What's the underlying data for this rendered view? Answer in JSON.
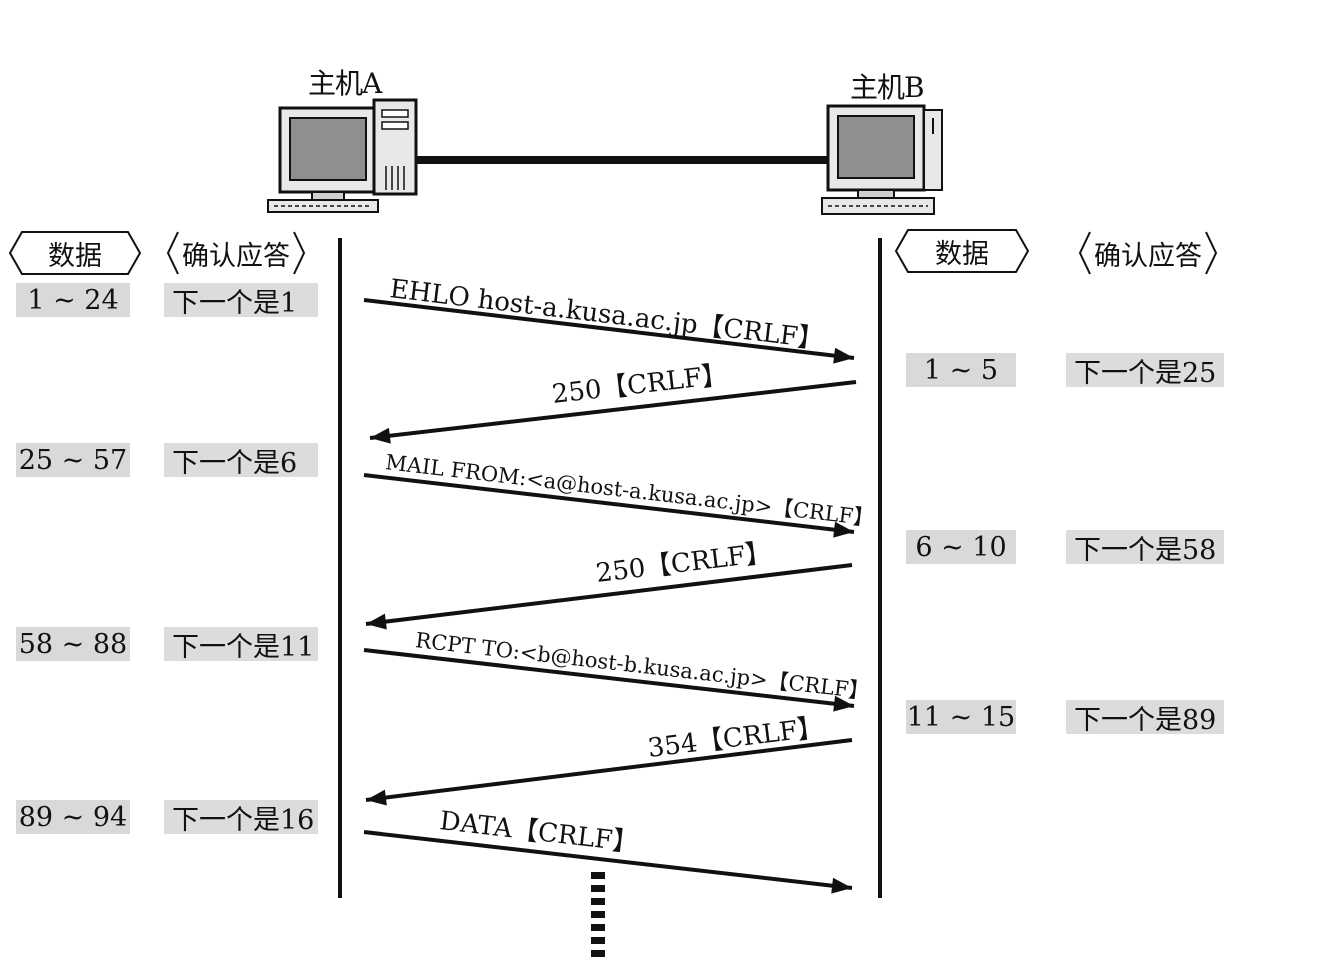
{
  "hosts": {
    "a": "主机A",
    "b": "主机B"
  },
  "headers": {
    "a_data": "数据",
    "a_ack": "确认应答",
    "b_data": "数据",
    "b_ack": "确认应答"
  },
  "host_a_rows": [
    {
      "data": "1 ~ 24",
      "ack": "下一个是1"
    },
    {
      "data": "25 ~ 57",
      "ack": "下一个是6"
    },
    {
      "data": "58 ~ 88",
      "ack": "下一个是11"
    },
    {
      "data": "89 ~ 94",
      "ack": "下一个是16"
    }
  ],
  "host_b_rows": [
    {
      "data": "1 ~ 5",
      "ack": "下一个是25"
    },
    {
      "data": "6 ~ 10",
      "ack": "下一个是58"
    },
    {
      "data": "11 ~ 15",
      "ack": "下一个是89"
    }
  ],
  "messages": [
    {
      "text": "EHLO host-a.kusa.ac.jp【CRLF】",
      "direction": "A→B"
    },
    {
      "text": "250【CRLF】",
      "direction": "B→A"
    },
    {
      "text": "MAIL FROM:<a@host-a.kusa.ac.jp>【CRLF】",
      "direction": "A→B"
    },
    {
      "text": "250【CRLF】",
      "direction": "B→A"
    },
    {
      "text": "RCPT TO:<b@host-b.kusa.ac.jp>【CRLF】",
      "direction": "A→B"
    },
    {
      "text": "354【CRLF】",
      "direction": "B→A"
    },
    {
      "text": "DATA【CRLF】",
      "direction": "A→B"
    }
  ]
}
